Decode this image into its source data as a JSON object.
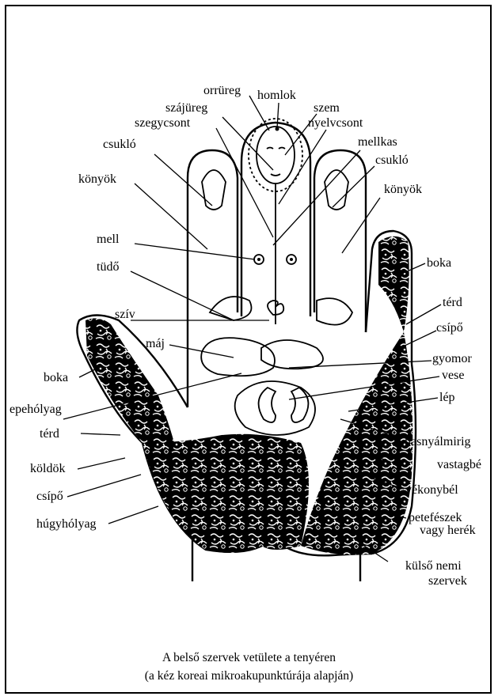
{
  "labels": {
    "orrureg": "orrüreg",
    "homlok": "homlok",
    "szajureg": "szájüreg",
    "szem": "szem",
    "szegycsont": "szegycsont",
    "nyelvcsont": "nyelvcsont",
    "csuklo_left": "csukló",
    "mellkas": "mellkas",
    "csuklo_right": "csukló",
    "konyok_left": "könyök",
    "konyok_right": "könyök",
    "mell": "mell",
    "boka_right": "boka",
    "tudo": "tüdő",
    "terd_right": "térd",
    "sziv": "szív",
    "csipo_right": "csípő",
    "maj": "máj",
    "gyomor": "gyomor",
    "vese": "vese",
    "boka_left": "boka",
    "lep": "lép",
    "epeholyag": "epehólyag",
    "terd_left": "térd",
    "hasnyalmirigy": "hasnyálmirig",
    "koldok": "köldök",
    "vastagbel": "vastagbé",
    "csipo_left": "csípő",
    "vekonybel": "vékonybél",
    "hugyholyag": "húgyhólyag",
    "petefeszek": "petefészek",
    "vagy_herek": "vagy herék",
    "kulso_nemi": "külső nemi",
    "szervek": "szervek"
  },
  "caption": {
    "line1": "A belső szervek vetülete a tenyéren",
    "line2": "(a kéz koreai mikroakupunktúrája alapján)"
  }
}
